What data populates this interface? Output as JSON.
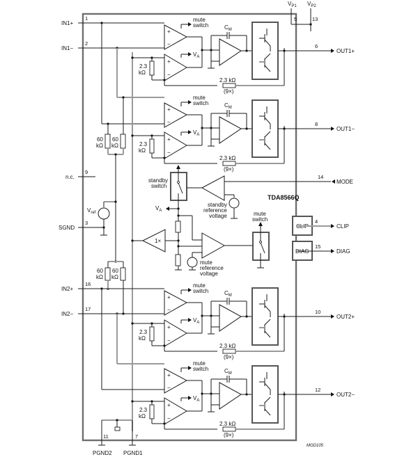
{
  "diagram": {
    "title": "TDA8566Q",
    "figure_code": "MGD105",
    "supply": {
      "vp1": {
        "label": "V",
        "sub": "P1",
        "pin": "5"
      },
      "vp2": {
        "label": "V",
        "sub": "P2",
        "pin": "13"
      }
    },
    "inputs": [
      {
        "label": "IN1+",
        "pin": "1"
      },
      {
        "label": "IN1−",
        "pin": "2"
      },
      {
        "label": "n.c.",
        "pin": "9"
      },
      {
        "label": "SGND",
        "pin": "3"
      },
      {
        "label": "IN2+",
        "pin": "16"
      },
      {
        "label": "IN2−",
        "pin": "17"
      }
    ],
    "outputs": [
      {
        "label": "OUT1+",
        "pin": "6"
      },
      {
        "label": "OUT1−",
        "pin": "8"
      },
      {
        "label": "MODE",
        "pin": "14"
      },
      {
        "label": "CLIP",
        "pin": "4"
      },
      {
        "label": "DIAG",
        "pin": "15"
      },
      {
        "label": "OUT2+",
        "pin": "10"
      },
      {
        "label": "OUT2−",
        "pin": "12"
      }
    ],
    "grounds": [
      {
        "label": "PGND2",
        "pin": "11"
      },
      {
        "label": "PGND1",
        "pin": "7"
      }
    ],
    "labels": {
      "mute_switch_1": "mute",
      "mute_switch_2": "switch",
      "va": "V",
      "va_sub": "A",
      "cm": "C",
      "cm_sub": "M",
      "r23_top": "2.3",
      "r23_bot": "kΩ",
      "r23_fb": "2.3 kΩ",
      "x9": "(9×)",
      "r60_top": "60",
      "r60_bot": "kΩ",
      "vref": "V",
      "vref_sub": "ref",
      "standby_1": "standby",
      "standby_2": "switch",
      "sb_ref_1": "standby",
      "sb_ref_2": "reference",
      "sb_ref_3": "voltage",
      "buffer": "1×",
      "mute_ref_1": "mute",
      "mute_ref_2": "reference",
      "mute_ref_3": "voltage",
      "clip_box": "CLIP",
      "diag_box": "DIAG"
    }
  }
}
